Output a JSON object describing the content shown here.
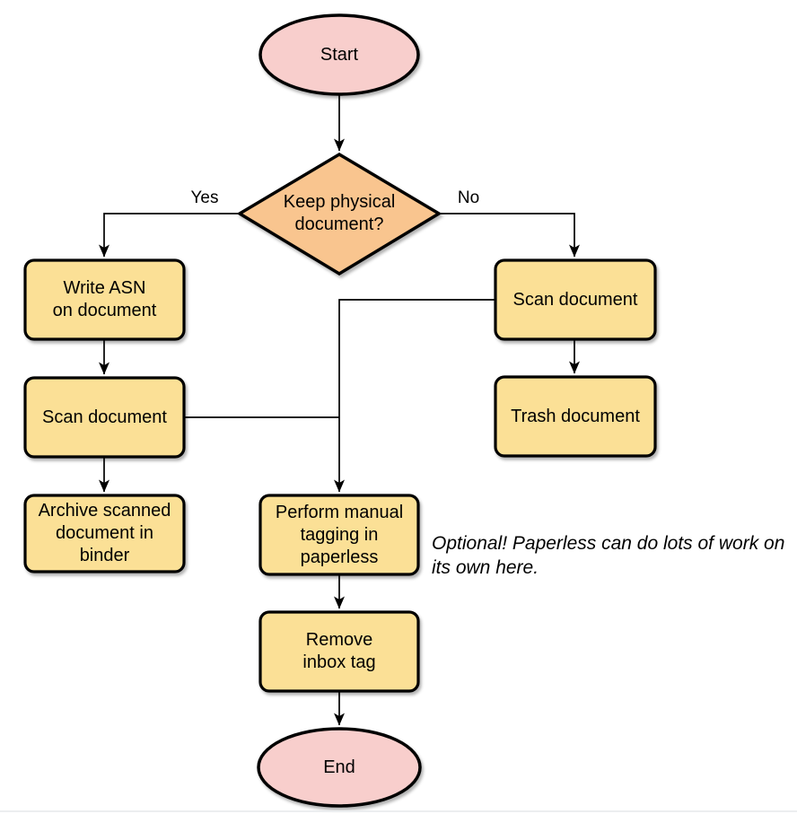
{
  "colors": {
    "terminal_fill": "#F8CECC",
    "decision_fill": "#F9C58F",
    "process_fill": "#FBE096",
    "stroke": "#000000",
    "edge": "#000000"
  },
  "nodes": {
    "start": {
      "type": "terminal",
      "label": "Start"
    },
    "decision": {
      "type": "decision",
      "label": "Keep physical\ndocument?"
    },
    "write_asn": {
      "type": "process",
      "label": "Write ASN\non document"
    },
    "scan_left": {
      "type": "process",
      "label": "Scan document"
    },
    "archive": {
      "type": "process",
      "label": "Archive scanned\ndocument in\nbinder"
    },
    "scan_right": {
      "type": "process",
      "label": "Scan document"
    },
    "trash": {
      "type": "process",
      "label": "Trash document"
    },
    "perform_tagging": {
      "type": "process",
      "label": "Perform manual\ntagging in\npaperless"
    },
    "remove_inbox": {
      "type": "process",
      "label": "Remove\ninbox tag"
    },
    "end": {
      "type": "terminal",
      "label": "End"
    }
  },
  "edge_labels": {
    "yes": "Yes",
    "no": "No"
  },
  "note": {
    "text": "Optional! Paperless can do lots of work on\nits own here."
  }
}
